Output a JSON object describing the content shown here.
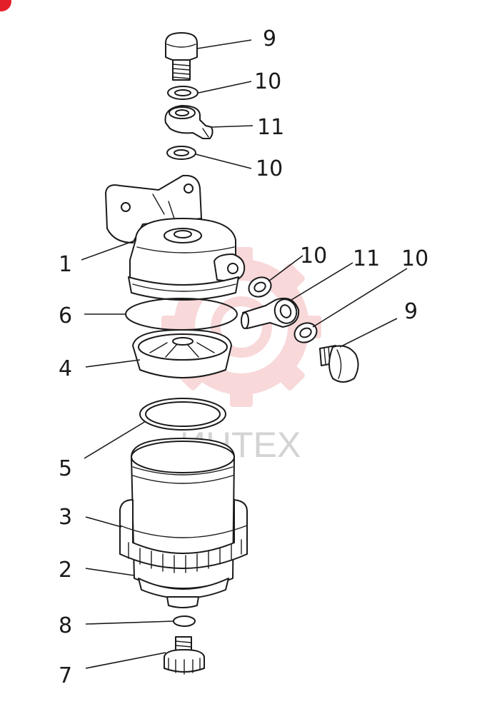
{
  "watermark": {
    "text": "ИНТЕХ",
    "gear_color": "#f4b9bb",
    "text_color": "#c9c9c9"
  },
  "corner_mark_color": "#e3202a",
  "callouts": [
    {
      "id": "c1",
      "label": "9"
    },
    {
      "id": "c2",
      "label": "10"
    },
    {
      "id": "c3",
      "label": "11"
    },
    {
      "id": "c4",
      "label": "10"
    },
    {
      "id": "c5",
      "label": "1"
    },
    {
      "id": "c6",
      "label": "10"
    },
    {
      "id": "c7",
      "label": "11"
    },
    {
      "id": "c8",
      "label": "10"
    },
    {
      "id": "c9",
      "label": "6"
    },
    {
      "id": "c10",
      "label": "9"
    },
    {
      "id": "c11",
      "label": "4"
    },
    {
      "id": "c12",
      "label": "5"
    },
    {
      "id": "c13",
      "label": "3"
    },
    {
      "id": "c14",
      "label": "2"
    },
    {
      "id": "c15",
      "label": "8"
    },
    {
      "id": "c16",
      "label": "7"
    }
  ]
}
